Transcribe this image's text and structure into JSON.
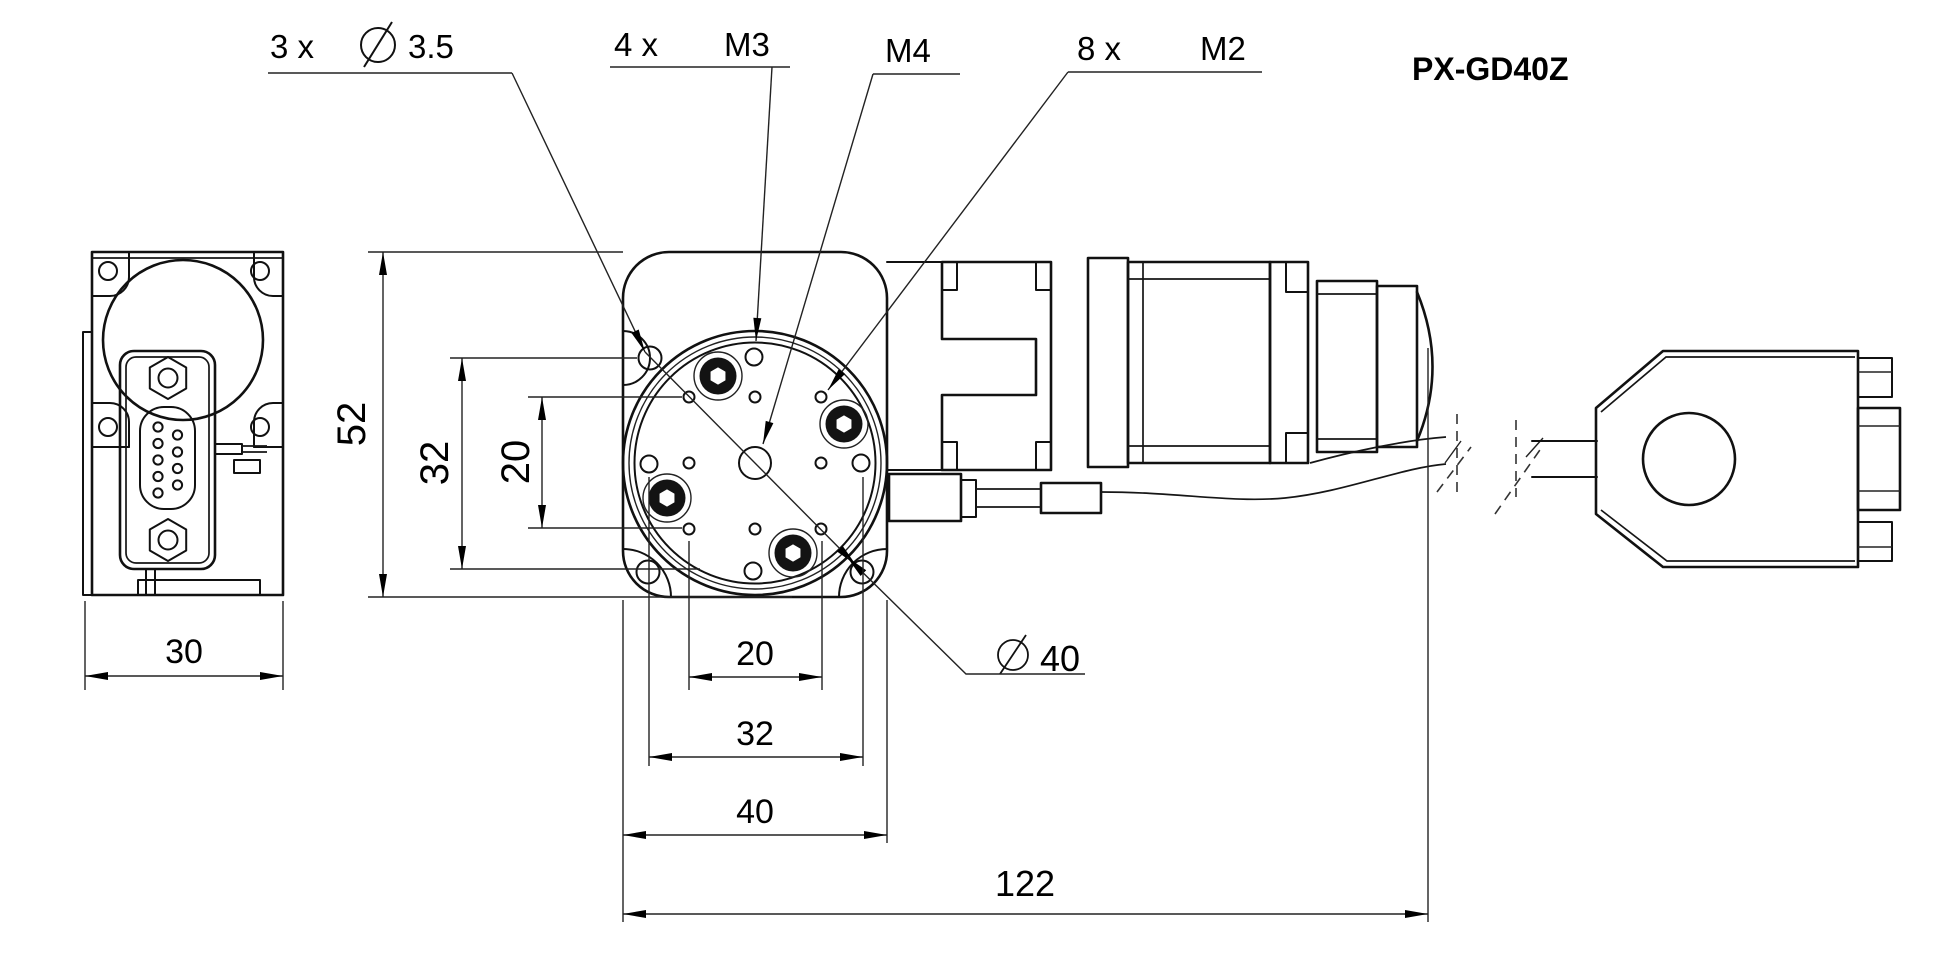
{
  "title": "PX-GD40Z",
  "callouts": {
    "corner_holes": {
      "count": "3 x",
      "diameter_value": "3.5"
    },
    "thread_m3": {
      "count": "4 x",
      "value": "M3"
    },
    "thread_m4": {
      "value": "M4"
    },
    "thread_m2": {
      "count": "8 x",
      "value": "M2"
    },
    "table_diameter": {
      "value": "40"
    }
  },
  "dimensions": {
    "side_width": "30",
    "body_height": "52",
    "hole_span_vertical_outer": "32",
    "hole_span_vertical_inner": "20",
    "hole_span_horizontal_inner": "20",
    "hole_span_horizontal_outer": "32",
    "body_width": "40",
    "overall_length": "122"
  }
}
